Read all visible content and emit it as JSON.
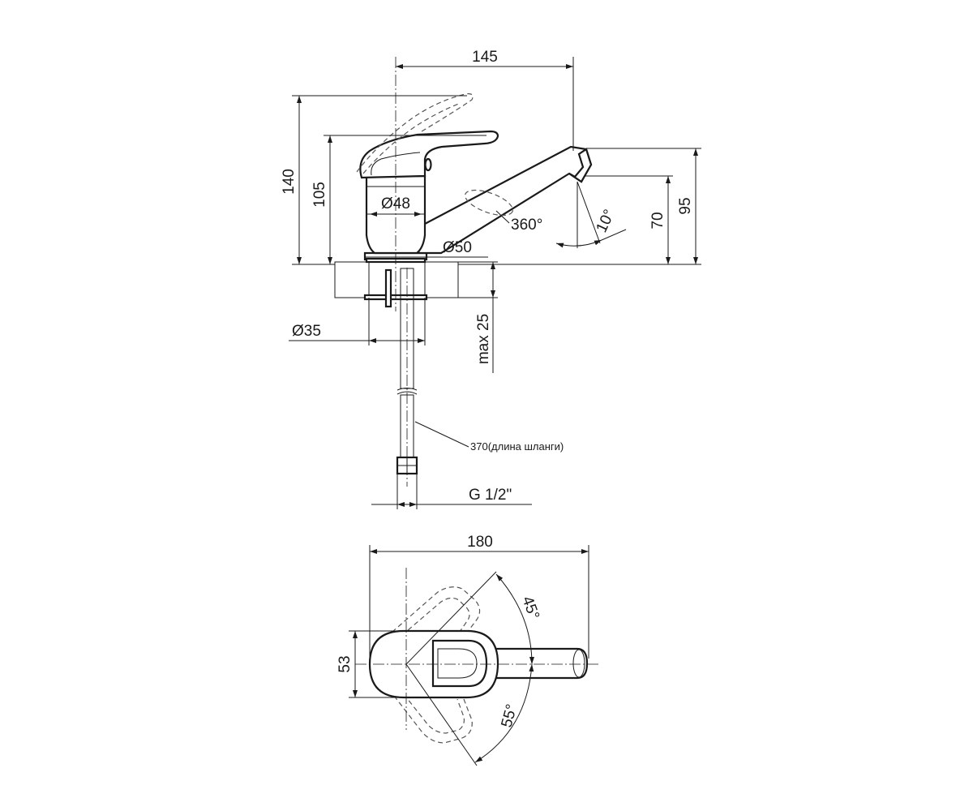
{
  "side_view": {
    "dim_width_spout": "145",
    "dim_height_total": "140",
    "dim_height_body": "105",
    "dim_diameter_body": "Ø48",
    "dim_rotation": "360°",
    "dim_diameter_base": "Ø50",
    "dim_spout_angle": "10°",
    "dim_height_spout": "70",
    "dim_height_spout_top": "95",
    "dim_diameter_mount": "Ø35",
    "dim_mount_thickness": "max 25",
    "hose_length_label": "370(длина шланги)",
    "thread_label": "G 1/2\""
  },
  "top_view": {
    "dim_length": "180",
    "dim_handle_width": "53",
    "dim_angle_left": "45°",
    "dim_angle_right": "55°"
  }
}
